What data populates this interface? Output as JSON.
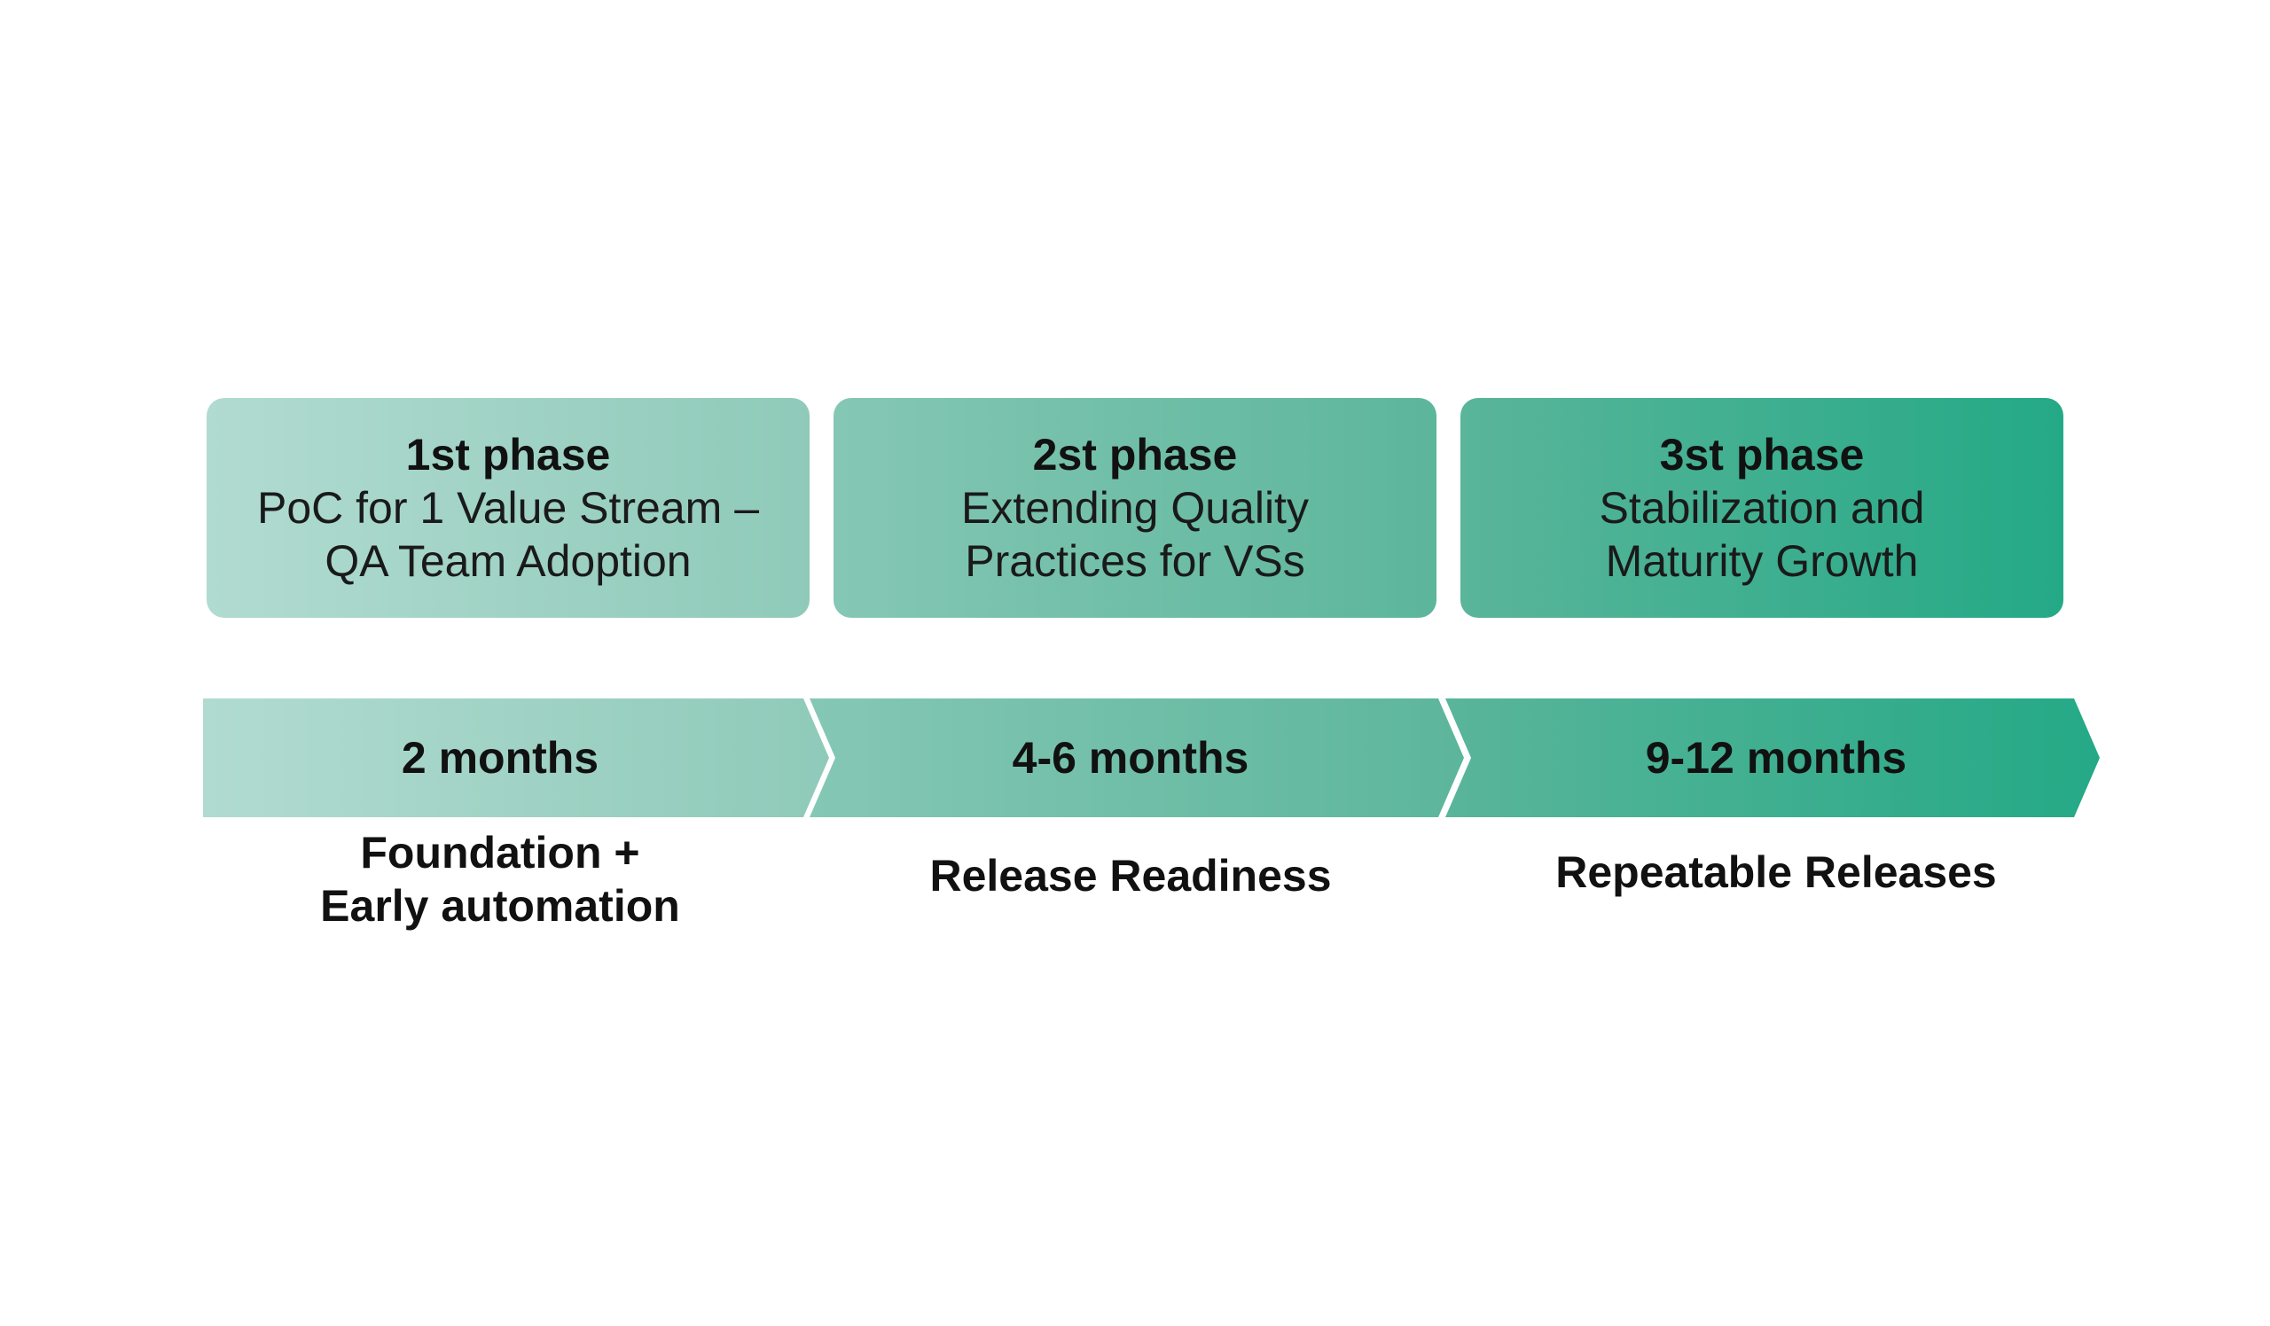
{
  "phases": [
    {
      "title": "1st phase",
      "description": "PoC for 1 Value Stream –\nQA Team Adoption"
    },
    {
      "title": "2st phase",
      "description": "Extending Quality\nPractices for VSs"
    },
    {
      "title": "3st phase",
      "description": "Stabilization and\nMaturity Growth"
    }
  ],
  "timeline": [
    {
      "duration": "2 months",
      "outcome": "Foundation +\nEarly automation"
    },
    {
      "duration": "4-6 months",
      "outcome": "Release Readiness"
    },
    {
      "duration": "9-12 months",
      "outcome": "Repeatable Releases"
    }
  ],
  "colors": {
    "phase_1": [
      "#b1dbd1",
      "#8fcab9"
    ],
    "phase_2": [
      "#85c7b5",
      "#5cb69b"
    ],
    "phase_3": [
      "#5ab59a",
      "#24a986"
    ],
    "text": "#111111",
    "background": "#ffffff"
  }
}
